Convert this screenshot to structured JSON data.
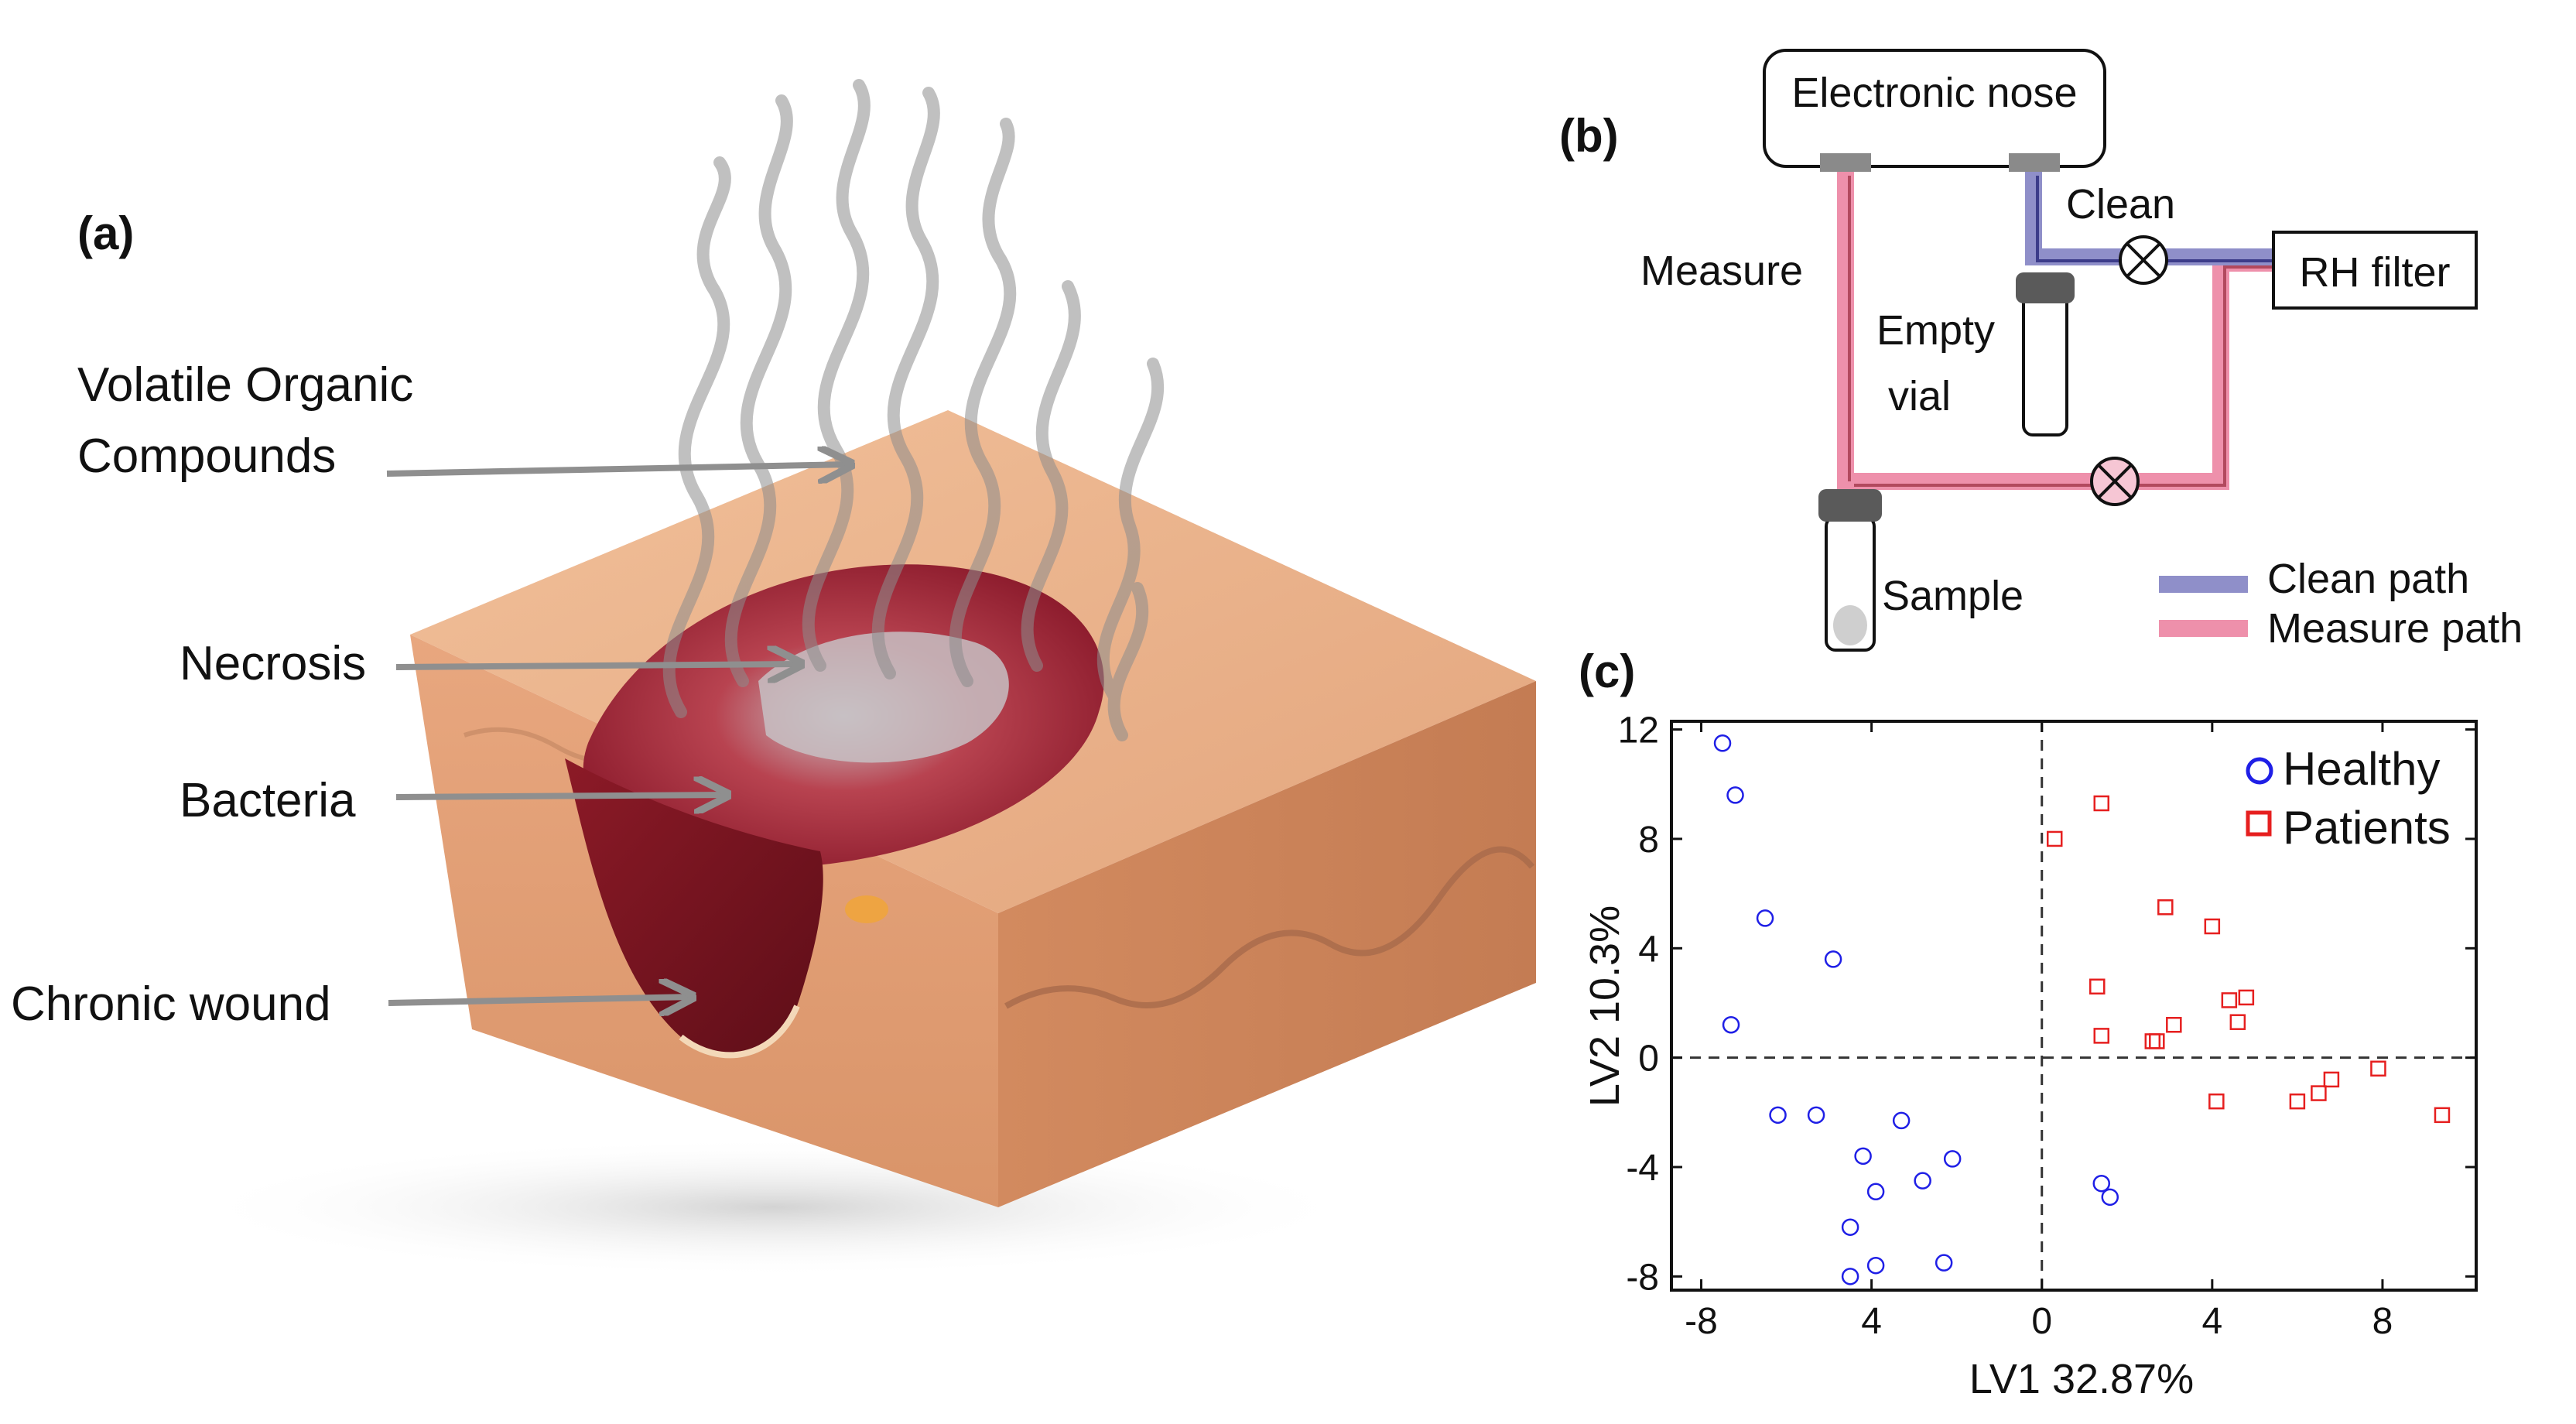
{
  "panel_a": {
    "panel_label": "(a)",
    "labels": {
      "voc_line1": "Volatile Organic",
      "voc_line2": "Compounds",
      "necrosis": "Necrosis",
      "bacteria": "Bacteria",
      "chronic_wound": "Chronic wound"
    },
    "colors": {
      "skin": "#e9ae84",
      "wound": "#b5253a",
      "vapor": "#8d8d8d",
      "arrow": "#8f8f8f"
    }
  },
  "panel_b": {
    "panel_label": "(b)",
    "electronic_nose": "Electronic nose",
    "measure": "Measure",
    "clean": "Clean",
    "empty_vial": [
      "Empty",
      "vial"
    ],
    "rh_filter": "RH filter",
    "sample": "Sample",
    "legend": {
      "clean_path": "Clean path",
      "measure_path": "Measure path"
    },
    "colors": {
      "clean_path": "#8f8fc9",
      "measure_path": "#ee90ab"
    }
  },
  "chart_data": {
    "type": "scatter",
    "panel_label": "(c)",
    "xlabel": "LV1 32.87%",
    "ylabel": "LV2 10.3%",
    "xlim": [
      -8.7,
      10.2
    ],
    "ylim": [
      -8.5,
      12.3
    ],
    "xticks": [
      -8,
      -4,
      0,
      4,
      8
    ],
    "xtick_labels": [
      "-8",
      "4",
      "0",
      "4",
      "8"
    ],
    "yticks": [
      12,
      8,
      4,
      0,
      -4,
      -8
    ],
    "ytick_labels": [
      "12",
      "8",
      "4",
      "0",
      "-4",
      "-8"
    ],
    "reference_lines": {
      "x": 0,
      "y": 0,
      "style": "dashed"
    },
    "legend_position": "top-right",
    "series": [
      {
        "name": "Healthy",
        "marker": "circle",
        "color": "#1f1fe6",
        "points": [
          [
            -7.5,
            11.5
          ],
          [
            -7.2,
            9.6
          ],
          [
            -6.5,
            5.1
          ],
          [
            -4.9,
            3.6
          ],
          [
            -7.3,
            1.2
          ],
          [
            -6.2,
            -2.1
          ],
          [
            -5.3,
            -2.1
          ],
          [
            -3.3,
            -2.3
          ],
          [
            -4.2,
            -3.6
          ],
          [
            -2.1,
            -3.7
          ],
          [
            -3.9,
            -4.9
          ],
          [
            -2.8,
            -4.5
          ],
          [
            -4.5,
            -6.2
          ],
          [
            -3.9,
            -7.6
          ],
          [
            -2.3,
            -7.5
          ],
          [
            -4.5,
            -8.0
          ],
          [
            1.4,
            -4.6
          ],
          [
            1.6,
            -5.1
          ]
        ]
      },
      {
        "name": "Patients",
        "marker": "square",
        "color": "#e61f1f",
        "points": [
          [
            0.3,
            8.0
          ],
          [
            1.4,
            9.3
          ],
          [
            2.9,
            5.5
          ],
          [
            4.0,
            4.8
          ],
          [
            1.3,
            2.6
          ],
          [
            4.4,
            2.1
          ],
          [
            4.8,
            2.2
          ],
          [
            4.6,
            1.3
          ],
          [
            1.4,
            0.8
          ],
          [
            2.6,
            0.6
          ],
          [
            2.7,
            0.6
          ],
          [
            3.1,
            1.2
          ],
          [
            4.1,
            -1.6
          ],
          [
            6.0,
            -1.6
          ],
          [
            6.5,
            -1.3
          ],
          [
            6.8,
            -0.8
          ],
          [
            7.9,
            -0.4
          ],
          [
            9.4,
            -2.1
          ]
        ]
      }
    ]
  }
}
